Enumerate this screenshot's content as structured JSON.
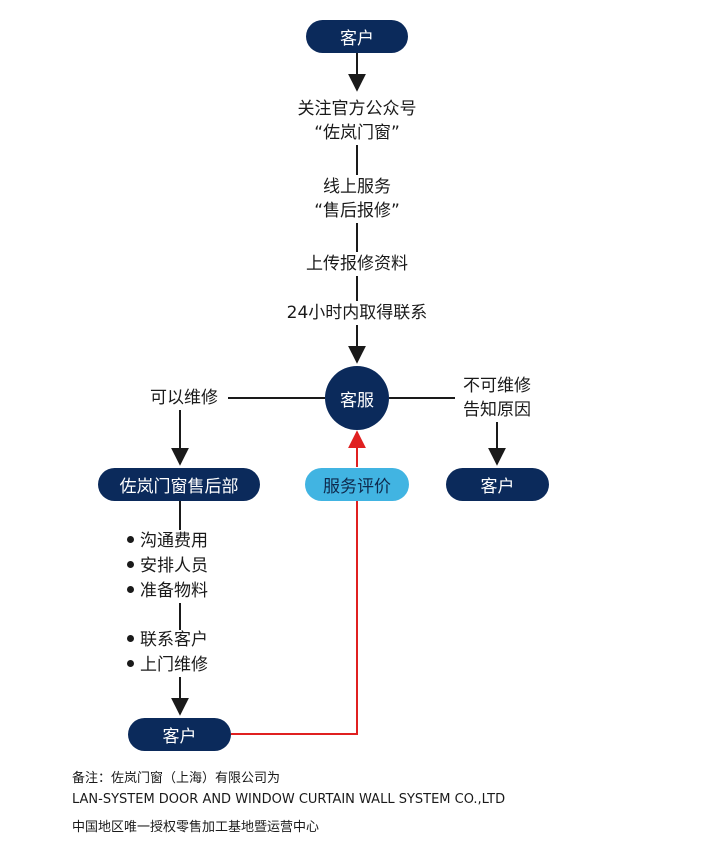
{
  "colors": {
    "navy": "#0b2a5b",
    "light_blue": "#41b4e2",
    "red": "#e02020",
    "line": "#1a1a1a"
  },
  "nodes": {
    "top_customer": "客户",
    "follow_line1": "关注官方公众号",
    "follow_line2": "“佐岚门窗”",
    "online_line1": "线上服务",
    "online_line2": "“售后报修”",
    "upload": "上传报修资料",
    "contact_24h": "24小时内取得联系",
    "service": "客服",
    "repairable": "可以维修",
    "unrepairable_line1": "不可维修",
    "unrepairable_line2": "告知原因",
    "after_sales": "佐岚门窗售后部",
    "evaluation": "服务评价",
    "right_customer": "客户",
    "bottom_customer": "客户"
  },
  "tasks_group1": [
    "沟通费用",
    "安排人员",
    "准备物料"
  ],
  "tasks_group2": [
    "联系客户",
    "上门维修"
  ],
  "footer": {
    "line1": "备注：佐岚门窗（上海）有限公司为",
    "line2": "LAN-SYSTEM DOOR AND WINDOW CURTAIN WALL SYSTEM CO.,LTD",
    "line3": "中国地区唯一授权零售加工基地暨运营中心"
  }
}
